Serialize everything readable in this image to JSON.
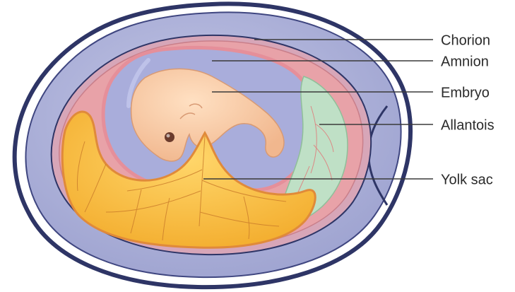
{
  "diagram": {
    "labels": {
      "chorion": "Chorion",
      "amnion": "Amnion",
      "embryo": "Embryo",
      "allantois": "Allantois",
      "yolk_sac": "Yolk sac"
    }
  },
  "colors": {
    "shell_outline": "#2e3566",
    "albumen": "#a9aed6",
    "chorion_band": "#c9a9cf",
    "chorion_fill": "#e6b0b8",
    "amniotic_cavity": "#a8acd8",
    "embryo": "#f6c9a4",
    "allantois": "#b9dcc0",
    "yolk_sac": "#f4b93f",
    "yolk_vessels": "#d0862c",
    "membrane_pink": "#e99a9e"
  }
}
